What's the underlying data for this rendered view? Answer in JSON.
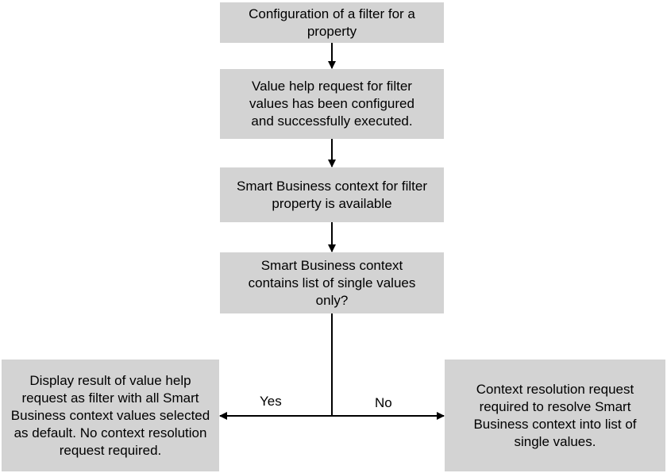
{
  "nodes": {
    "configure_filter": "Configuration of a filter for a property",
    "value_help_request": "Value help request for filter values has been configured and successfully executed.",
    "context_available": "Smart Business context for filter property is available",
    "decision_single_values": "Smart Business context contains list of single values only?",
    "yes_outcome": "Display result of value help request as filter with all Smart Business context values selected as default. No context resolution request required.",
    "no_outcome": "Context resolution request required to resolve Smart Business context into list of single values."
  },
  "branch_labels": {
    "yes": "Yes",
    "no": "No"
  },
  "colors": {
    "box_fill": "#d3d3d3",
    "line": "#000000",
    "text": "#000000",
    "background": "#ffffff"
  }
}
